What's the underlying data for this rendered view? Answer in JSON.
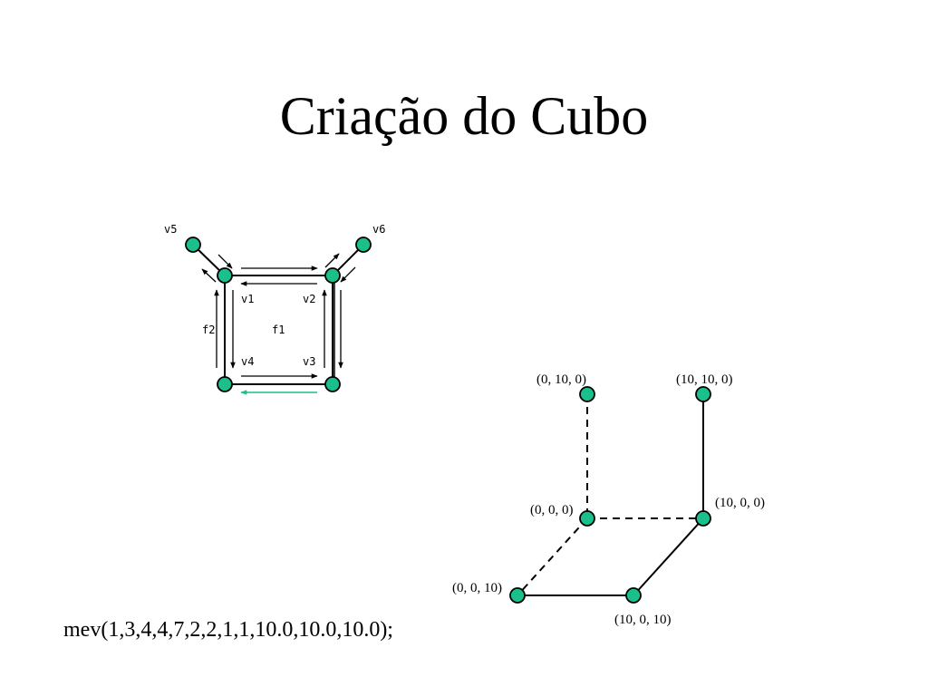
{
  "slide": {
    "title": "Criação do Cubo",
    "code": "mev(1,3,4,4,7,2,2,1,1,10.0,10.0,10.0);"
  },
  "colors": {
    "vertex_fill": "#1abf8c",
    "stroke": "#000000",
    "accent_arrow": "#1abf8c"
  },
  "face_diagram": {
    "vertex_labels": {
      "v1": "v1",
      "v2": "v2",
      "v3": "v3",
      "v4": "v4",
      "v5": "v5",
      "v6": "v6"
    },
    "face_labels": {
      "f1": "f1",
      "f2": "f2"
    }
  },
  "cube_diagram": {
    "labels": {
      "p_0_10_0": "(0, 10, 0)",
      "p_10_10_0": "(10, 10, 0)",
      "p_0_0_0": "(0, 0, 0)",
      "p_10_0_0": "(10, 0, 0)",
      "p_0_0_10": "(0, 0, 10)",
      "p_10_0_10": "(10, 0, 10)"
    }
  }
}
